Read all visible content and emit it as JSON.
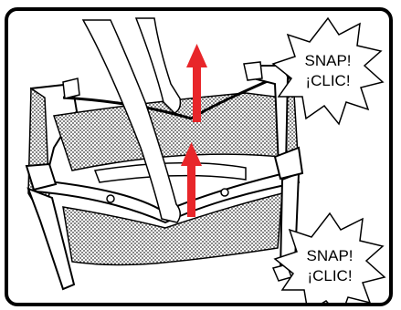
{
  "callouts": [
    {
      "line1": "SNAP!",
      "line2": "¡CLIC!"
    },
    {
      "line1": "SNAP!",
      "line2": "¡CLIC!"
    }
  ],
  "colors": {
    "frame": "#000000",
    "mesh": "#555555",
    "arrow": "#e8262a",
    "background": "#ffffff"
  },
  "icons": {
    "arrow": "up-arrow-icon",
    "burst": "starburst-callout"
  }
}
